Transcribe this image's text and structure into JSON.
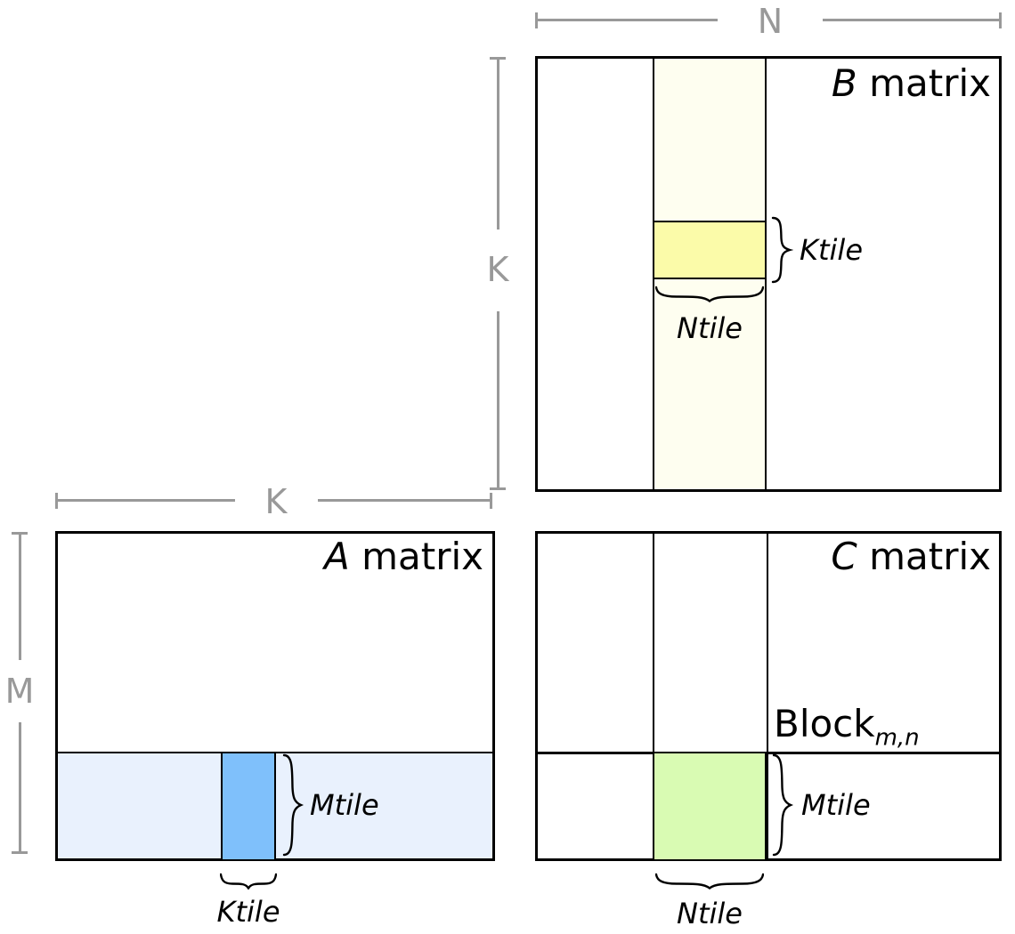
{
  "diagram_type": "GEMM matrix tiling diagram",
  "b": {
    "title_var": "B",
    "title_rest": " matrix",
    "ktile_label": "Ktile",
    "ntile_label": "Ntile"
  },
  "a": {
    "title_var": "A",
    "title_rest": " matrix",
    "mtile_label": "Mtile",
    "ktile_label": "Ktile"
  },
  "c": {
    "title_var": "C",
    "title_rest": " matrix",
    "block_label": "Block",
    "block_subscript": "m,n",
    "mtile_label": "Mtile",
    "ntile_label": "Ntile"
  },
  "dims": {
    "n": "N",
    "k_vertical": "K",
    "k_horizontal": "K",
    "m": "M"
  },
  "colors": {
    "b_column": "#FEFEF0",
    "b_tile": "#FBFBA9",
    "a_row": "#E9F1FD",
    "a_tile": "#7FC0FB",
    "c_tile": "#D9FBB3",
    "dim_gray": "#999999",
    "line_black": "#000000"
  }
}
